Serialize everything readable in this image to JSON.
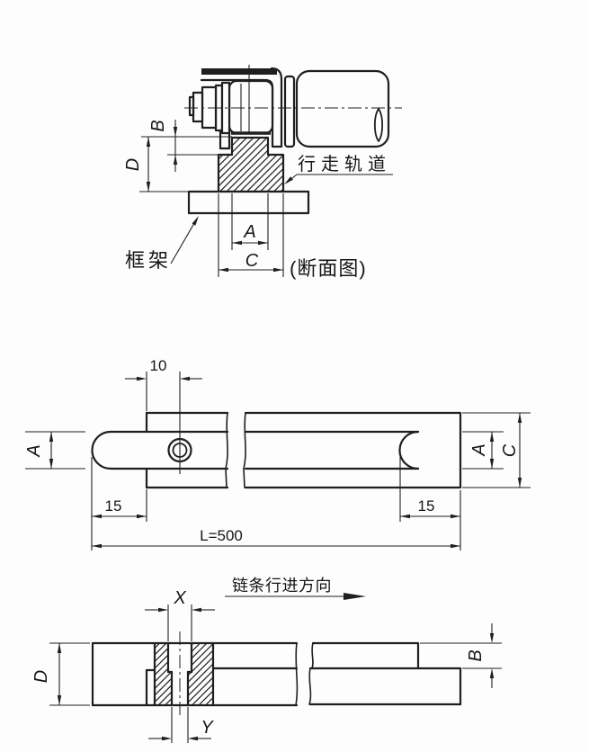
{
  "section": {
    "caption": "(断面图)",
    "track_label": "行走轨道",
    "frame_label": "框架",
    "dim_b": "B",
    "dim_d": "D",
    "dim_a": "A",
    "dim_c": "C"
  },
  "side": {
    "dim_offset": "10",
    "dim_left_end": "15",
    "dim_right_end": "15",
    "dim_length": "L=500",
    "dim_a_left": "A",
    "dim_a_right": "A",
    "dim_c": "C"
  },
  "bottom": {
    "direction_label": "链条行进方向",
    "dim_x": "X",
    "dim_y": "Y",
    "dim_d": "D",
    "dim_b": "B"
  },
  "colors": {
    "line": "#1f1f1f",
    "background": "#ffffff"
  }
}
